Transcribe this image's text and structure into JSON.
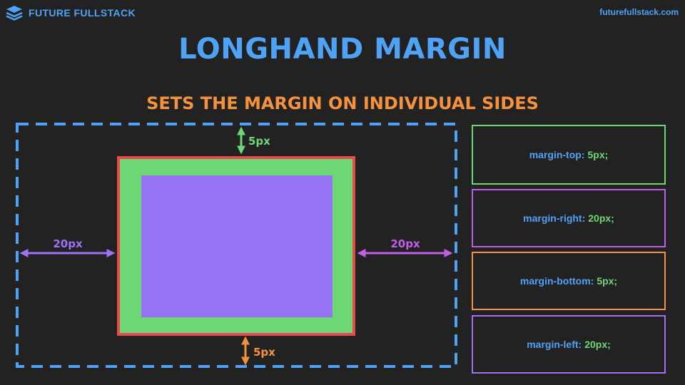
{
  "header": {
    "brand_name": "FUTURE FULLSTACK",
    "site_url": "futurefullstack.com"
  },
  "title": "LONGHAND MARGIN",
  "subtitle": "SETS THE MARGIN ON INDIVIDUAL SIDES",
  "diagram": {
    "top_label": "5px",
    "right_label": "20px",
    "bottom_label": "5px",
    "left_label": "20px"
  },
  "code_lines": [
    {
      "property": "margin-top:",
      "value": "5px;",
      "border_color": "#6ed775"
    },
    {
      "property": "margin-right:",
      "value": "20px;",
      "border_color": "#c45ee8"
    },
    {
      "property": "margin-bottom:",
      "value": "5px;",
      "border_color": "#f5923b"
    },
    {
      "property": "margin-left:",
      "value": "20px;",
      "border_color": "#a070f5"
    }
  ],
  "colors": {
    "background": "#222222",
    "brand_blue": "#4fa3f7",
    "subtitle_orange": "#f5923b",
    "border_red": "#e8494b",
    "padding_green": "#6ed775",
    "content_purple": "#9673f5",
    "right_arrow_magenta": "#c45ee8",
    "left_arrow_purple": "#a070f5"
  }
}
